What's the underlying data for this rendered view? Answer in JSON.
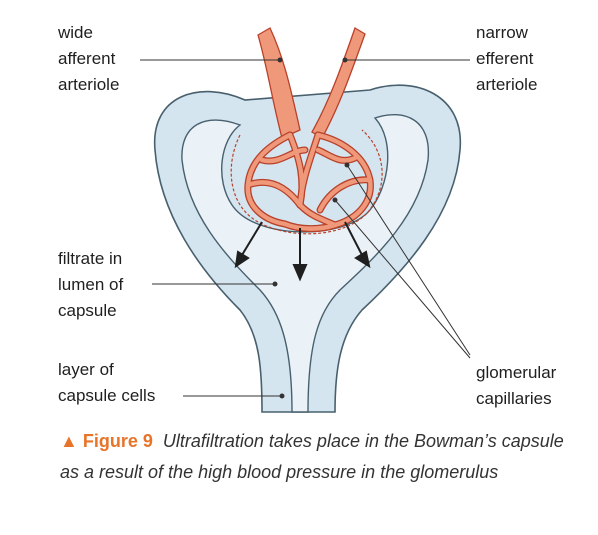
{
  "labels": {
    "afferent": "wide\nafferent\narteriole",
    "efferent": "narrow\nefferent\narteriole",
    "filtrate": "filtrate in\nlumen of\ncapsule",
    "layer": "layer of\ncapsule cells",
    "glomerular": "glomerular\ncapillaries"
  },
  "caption": {
    "marker": "▲",
    "figure": "Figure 9",
    "text": "Ultrafiltration takes place in the Bowman’s capsule as a result of the high blood pressure in the glomerulus"
  },
  "colors": {
    "capsule_fill": "#d5e5ef",
    "capsule_stroke": "#48606e",
    "vessel_fill": "#f0987a",
    "vessel_stroke": "#b8412a",
    "accent": "#e8742a"
  }
}
